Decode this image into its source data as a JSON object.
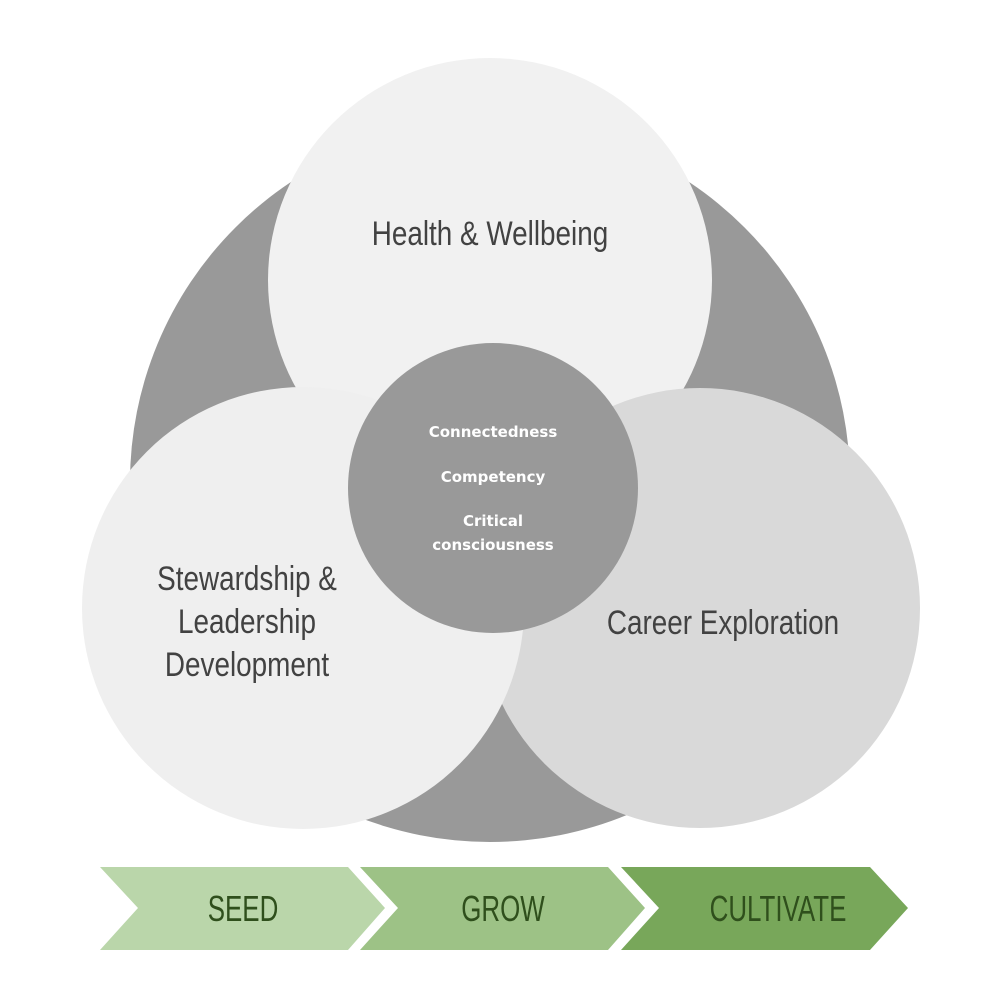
{
  "colors": {
    "outer_ring": "#999999",
    "top_circle": "#f1f1f1",
    "left_circle": "#efefef",
    "right_circle": "#d9d9d9",
    "core": "#999999",
    "seed": "#bad6aa",
    "grow": "#9dc286",
    "cultivate": "#78a75a"
  },
  "circles": {
    "top": "Health & Wellbeing",
    "left": [
      "Stewardship &",
      "Leadership",
      "Development"
    ],
    "right": "Career Exploration"
  },
  "core": [
    "Connectedness",
    "Competency",
    "Critical",
    "consciousness"
  ],
  "stages": [
    "SEED",
    "GROW",
    "CULTIVATE"
  ]
}
